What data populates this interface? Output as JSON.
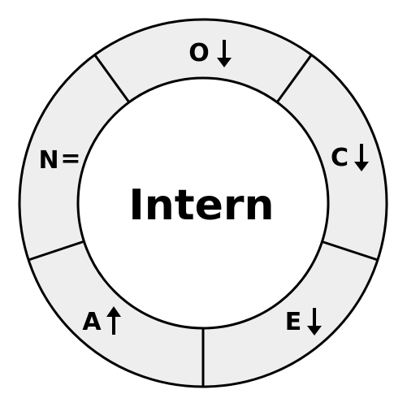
{
  "diagram": {
    "center": {
      "label": "Intern"
    },
    "segments": [
      {
        "letter": "O",
        "symbol": "↓",
        "direction": "down"
      },
      {
        "letter": "C",
        "symbol": "↓",
        "direction": "down"
      },
      {
        "letter": "E",
        "symbol": "↓",
        "direction": "down"
      },
      {
        "letter": "A",
        "symbol": "↑",
        "direction": "up"
      },
      {
        "letter": "N",
        "symbol": "=",
        "direction": "equal"
      }
    ],
    "colors": {
      "ring_fill": "#eeeeee",
      "center_fill": "#ffffff",
      "stroke": "#000000",
      "text": "#000000"
    }
  }
}
